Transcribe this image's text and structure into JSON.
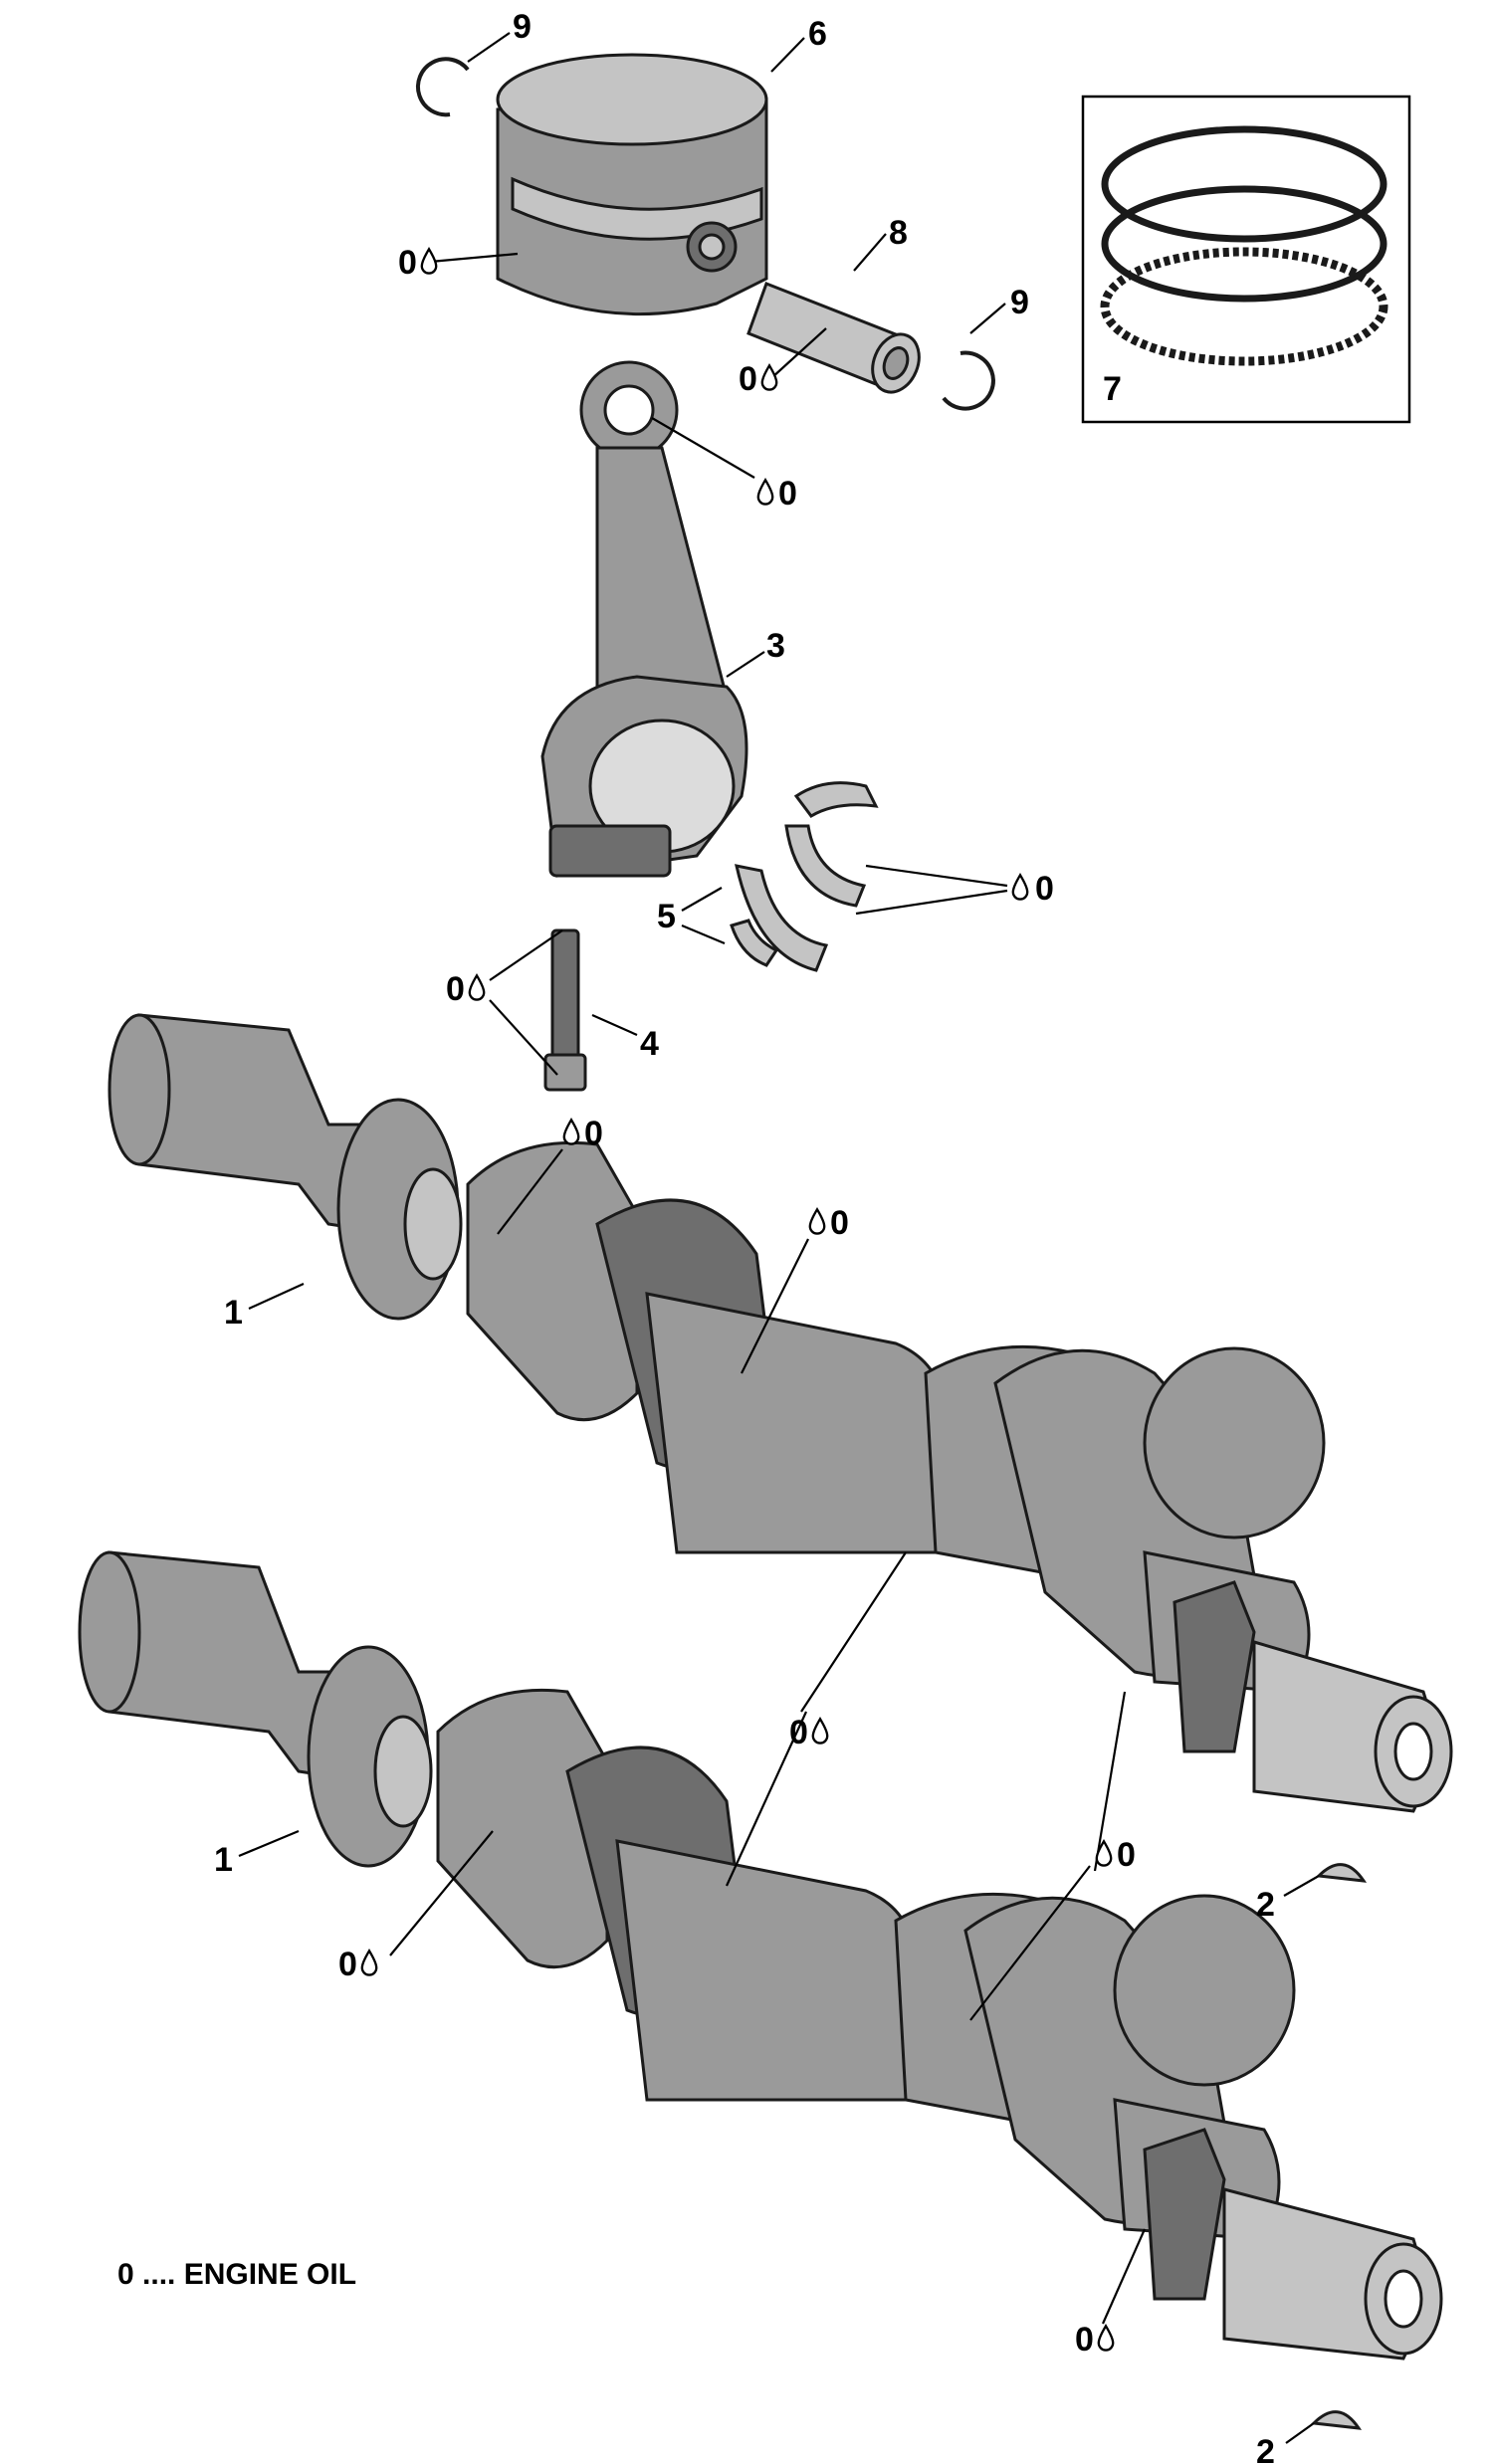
{
  "callouts": {
    "crankshaft_upper": "1",
    "crankshaft_lower": "1",
    "key_upper": "2",
    "key_lower": "2",
    "connecting_rod": "3",
    "rod_bolt": "4",
    "bearing": "5",
    "piston": "6",
    "ring_set": "7",
    "piston_pin": "8",
    "circlip_left": "9",
    "circlip_right": "9"
  },
  "oil_mark": "0",
  "legend": {
    "text": "0 .... ENGINE OIL"
  },
  "icons": {
    "oil": "oil-drop-icon"
  }
}
